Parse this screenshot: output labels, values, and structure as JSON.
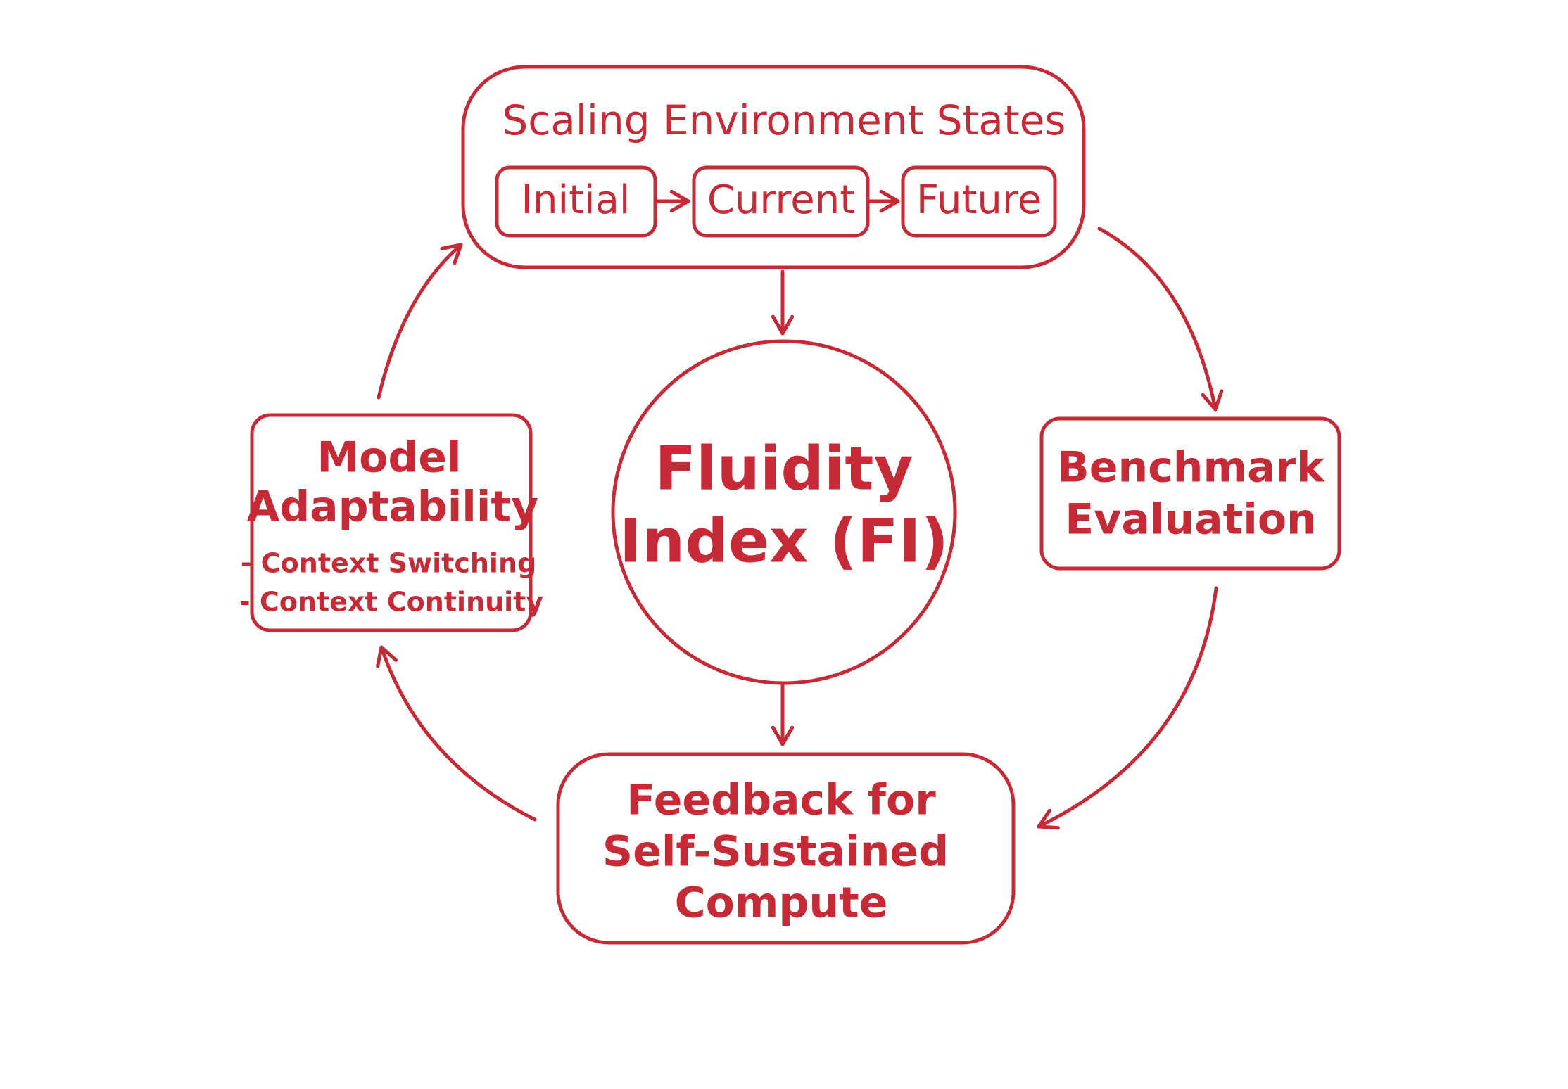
{
  "diagram": {
    "accent_color": "#c62a36",
    "background_color": "#ffffff",
    "scaling": {
      "title": "Scaling Environment States",
      "states": [
        "Initial",
        "Current",
        "Future"
      ]
    },
    "center": {
      "line1": "Fluidity",
      "line2": "Index (FI)"
    },
    "benchmark": {
      "line1": "Benchmark",
      "line2": "Evaluation"
    },
    "feedback": {
      "line1": "Feedback for",
      "line2": "Self-Sustained",
      "line3": "Compute"
    },
    "adaptability": {
      "line1": "Model",
      "line2": "Adaptability",
      "items": [
        "- Context Switching",
        "- Context Continuity"
      ]
    }
  }
}
